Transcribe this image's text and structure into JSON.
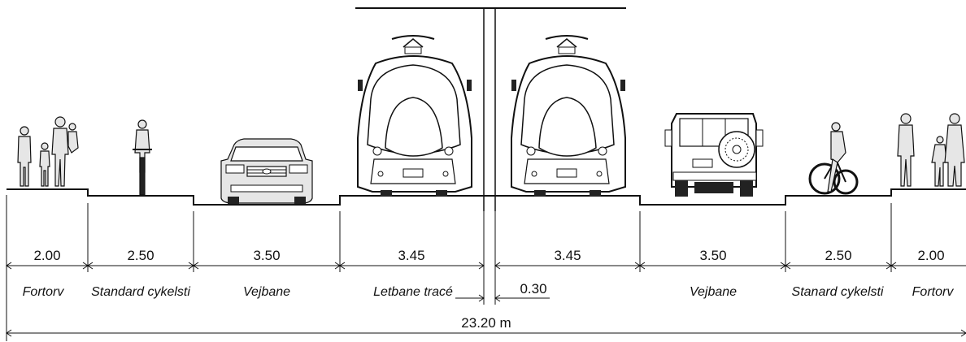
{
  "dimensions": {
    "fortorv_left": "2.00",
    "cykelsti_left": "2.50",
    "vejbane_left": "3.50",
    "letbane_left": "3.45",
    "letbane_right": "3.45",
    "vejbane_right": "3.50",
    "cykelsti_right": "2.50",
    "fortorv_right": "2.00",
    "center_gap": "0.30",
    "total": "23.20 m"
  },
  "zones": {
    "fortorv_left": "Fortorv",
    "cykelsti_left": "Standard cykelsti",
    "vejbane_left": "Vejbane",
    "letbane": "Letbane tracé",
    "vejbane_right": "Vejbane",
    "cykelsti_right": "Stanard cykelsti",
    "fortorv_right": "Fortorv"
  },
  "icons": {
    "pedestrians_left": "pedestrians-icon",
    "cyclist_left": "cyclist-front-icon",
    "car": "car-front-icon",
    "tram_left": "tram-front-icon",
    "tram_right": "tram-front-icon",
    "suv": "suv-rear-icon",
    "cyclist_right": "cyclist-side-icon",
    "pedestrians_right": "pedestrians-icon"
  }
}
